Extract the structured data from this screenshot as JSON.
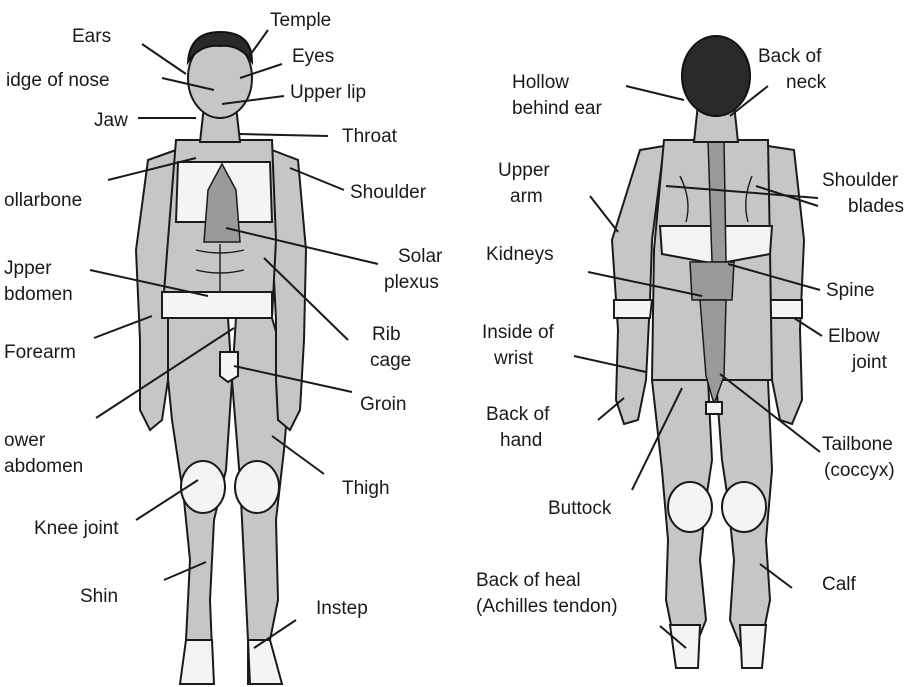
{
  "front_labels": {
    "ears": "Ears",
    "temple": "Temple",
    "eyes": "Eyes",
    "bridge_of_nose": "idge of nose",
    "upper_lip": "Upper lip",
    "jaw": "Jaw",
    "throat": "Throat",
    "collarbone": "ollarbone",
    "shoulder": "Shoulder",
    "solar_plexus_1": "Solar",
    "solar_plexus_2": "plexus",
    "upper_abdomen_1": "Jpper",
    "upper_abdomen_2": "bdomen",
    "rib_cage_1": "Rib",
    "rib_cage_2": "cage",
    "forearm": "Forearm",
    "groin": "Groin",
    "lower_abdomen_1": "ower",
    "lower_abdomen_2": "abdomen",
    "thigh": "Thigh",
    "knee_joint": "Knee joint",
    "shin": "Shin",
    "instep": "Instep"
  },
  "back_labels": {
    "hollow_behind_ear_1": "Hollow",
    "hollow_behind_ear_2": "behind ear",
    "back_of_neck_1": "Back of",
    "back_of_neck_2": "neck",
    "upper_arm_1": "Upper",
    "upper_arm_2": "arm",
    "shoulder_blades_1": "Shoulder",
    "shoulder_blades_2": "blades",
    "kidneys": "Kidneys",
    "spine": "Spine",
    "inside_of_wrist_1": "Inside of",
    "inside_of_wrist_2": "wrist",
    "elbow_joint_1": "Elbow",
    "elbow_joint_2": "joint",
    "back_of_hand_1": "Back of",
    "back_of_hand_2": "hand",
    "tailbone_1": "Tailbone",
    "tailbone_2": "(coccyx)",
    "buttock": "Buttock",
    "calf": "Calf",
    "back_of_heal_1": "Back of heal",
    "back_of_heal_2": "(Achilles tendon)"
  }
}
